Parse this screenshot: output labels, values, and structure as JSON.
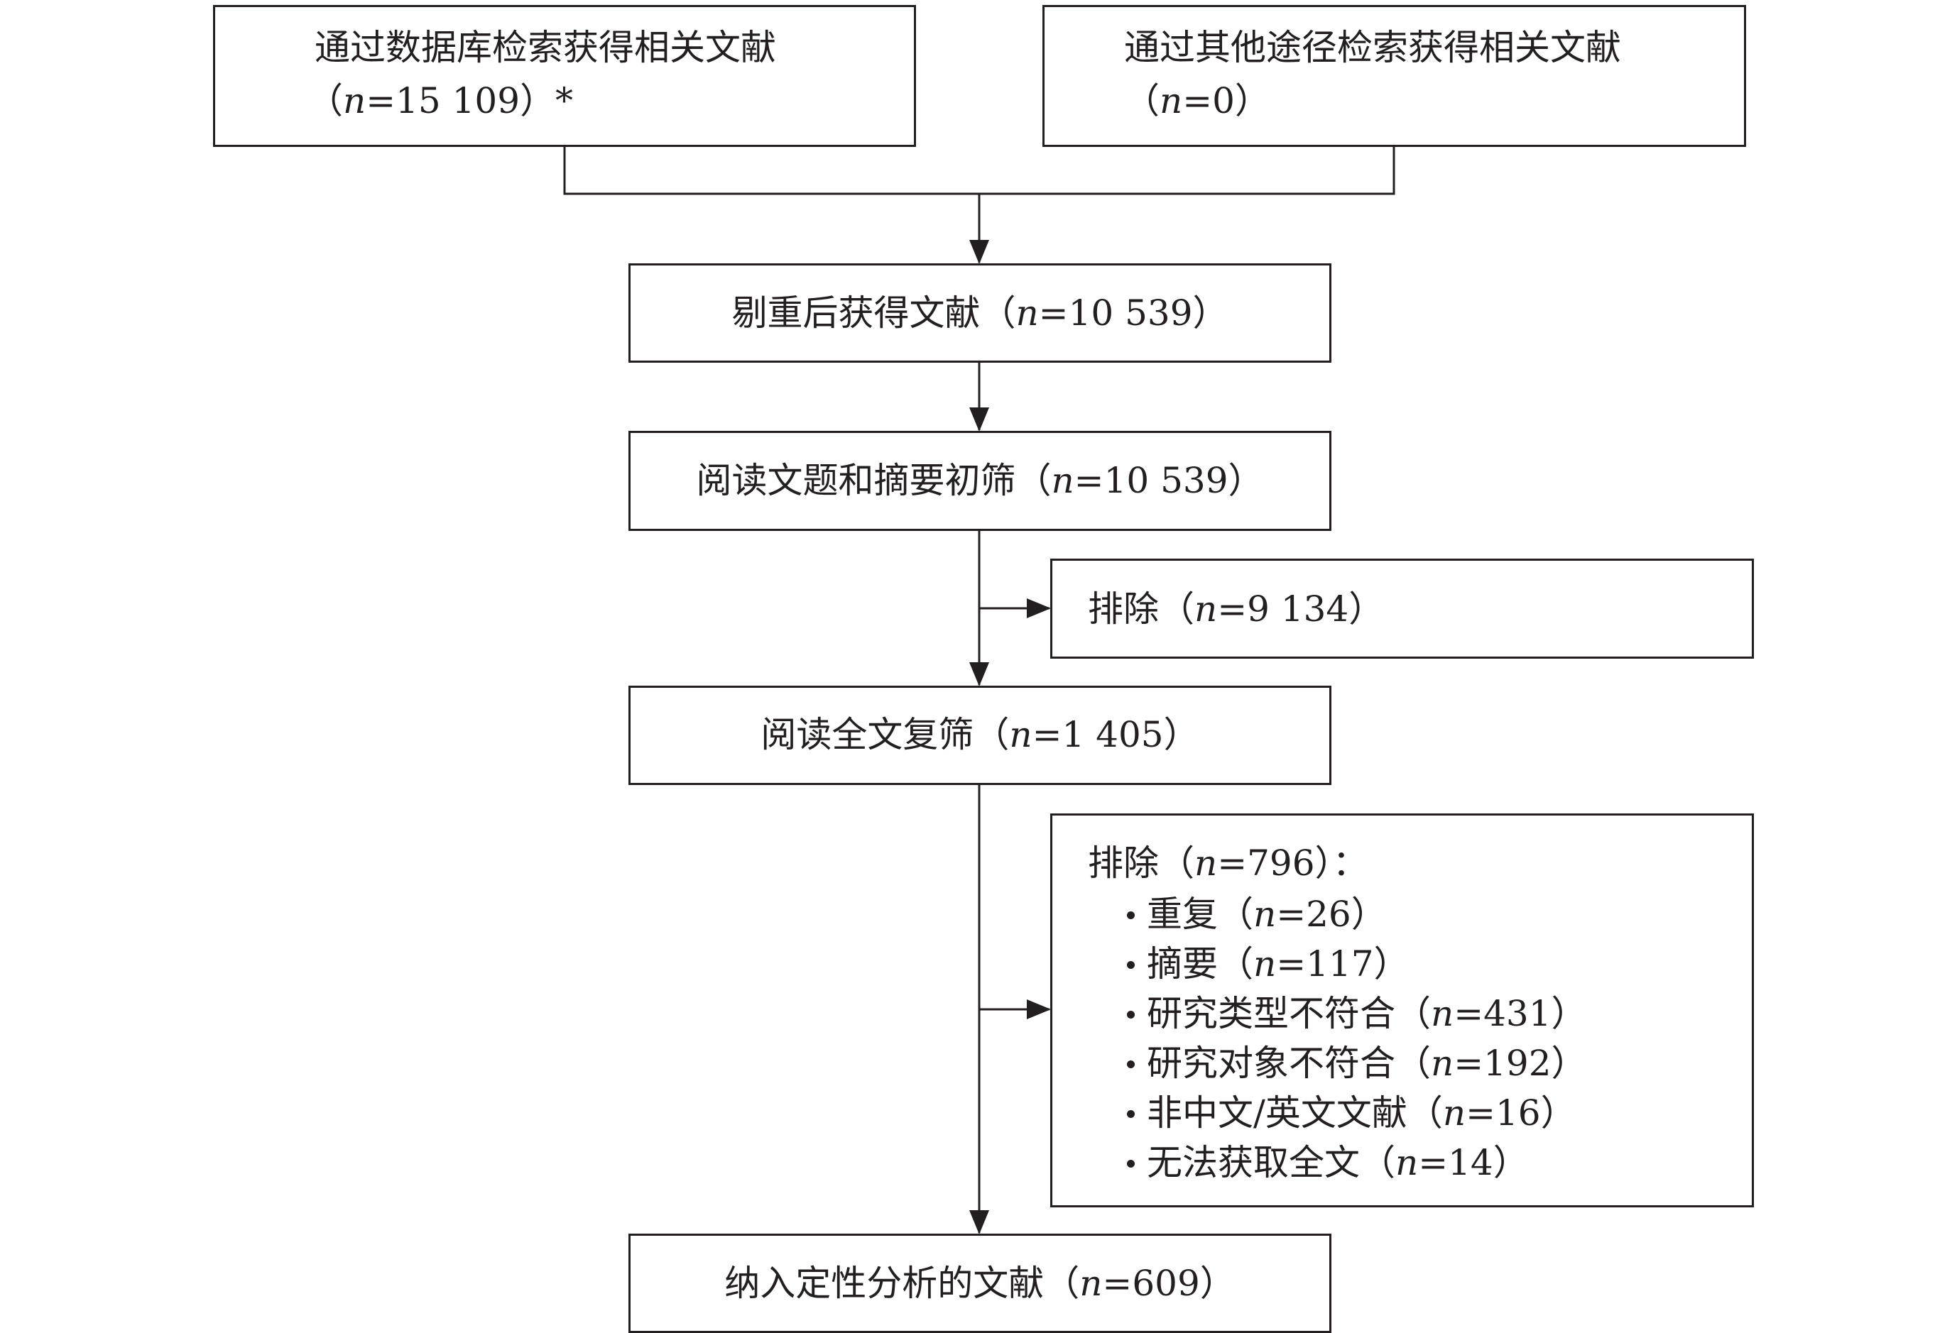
{
  "boxes": {
    "database": {
      "line1": "通过数据库检索获得相关文献",
      "paren_open": "（",
      "n_label": "n",
      "value": "=15 109",
      "paren_close": "）*"
    },
    "other": {
      "line1": "通过其他途径检索获得相关文献",
      "paren_open": "（",
      "n_label": "n",
      "value": "=0",
      "paren_close": "）"
    },
    "dedup": {
      "label": "剔重后获得文献（",
      "n_label": "n",
      "value": "=10 539",
      "paren_close": "）"
    },
    "title_abstract": {
      "label": "阅读文题和摘要初筛（",
      "n_label": "n",
      "value": "=10 539",
      "paren_close": "）"
    },
    "excluded1": {
      "label": "排除（",
      "n_label": "n",
      "value": "=9 134",
      "paren_close": "）"
    },
    "fulltext": {
      "label": "阅读全文复筛（",
      "n_label": "n",
      "value": "=1 405",
      "paren_close": "）"
    },
    "excluded2": {
      "label": "排除（",
      "n_label": "n",
      "value": "=796",
      "paren_close": "）：",
      "items": [
        {
          "label": "重复（",
          "n_label": "n",
          "value": "=26",
          "paren_close": "）"
        },
        {
          "label": "摘要（",
          "n_label": "n",
          "value": "=117",
          "paren_close": "）"
        },
        {
          "label": "研究类型不符合（",
          "n_label": "n",
          "value": "=431",
          "paren_close": "）"
        },
        {
          "label": "研究对象不符合（",
          "n_label": "n",
          "value": "=192",
          "paren_close": "）"
        },
        {
          "label": "非中文/英文文献（",
          "n_label": "n",
          "value": "=16",
          "paren_close": "）"
        },
        {
          "label": "无法获取全文（",
          "n_label": "n",
          "value": "=14",
          "paren_close": "）"
        }
      ]
    },
    "included": {
      "label": "纳入定性分析的文献（",
      "n_label": "n",
      "value": "=609",
      "paren_close": "）"
    }
  },
  "colors": {
    "line": "#231f20",
    "text": "#231f20",
    "background": "#ffffff"
  }
}
